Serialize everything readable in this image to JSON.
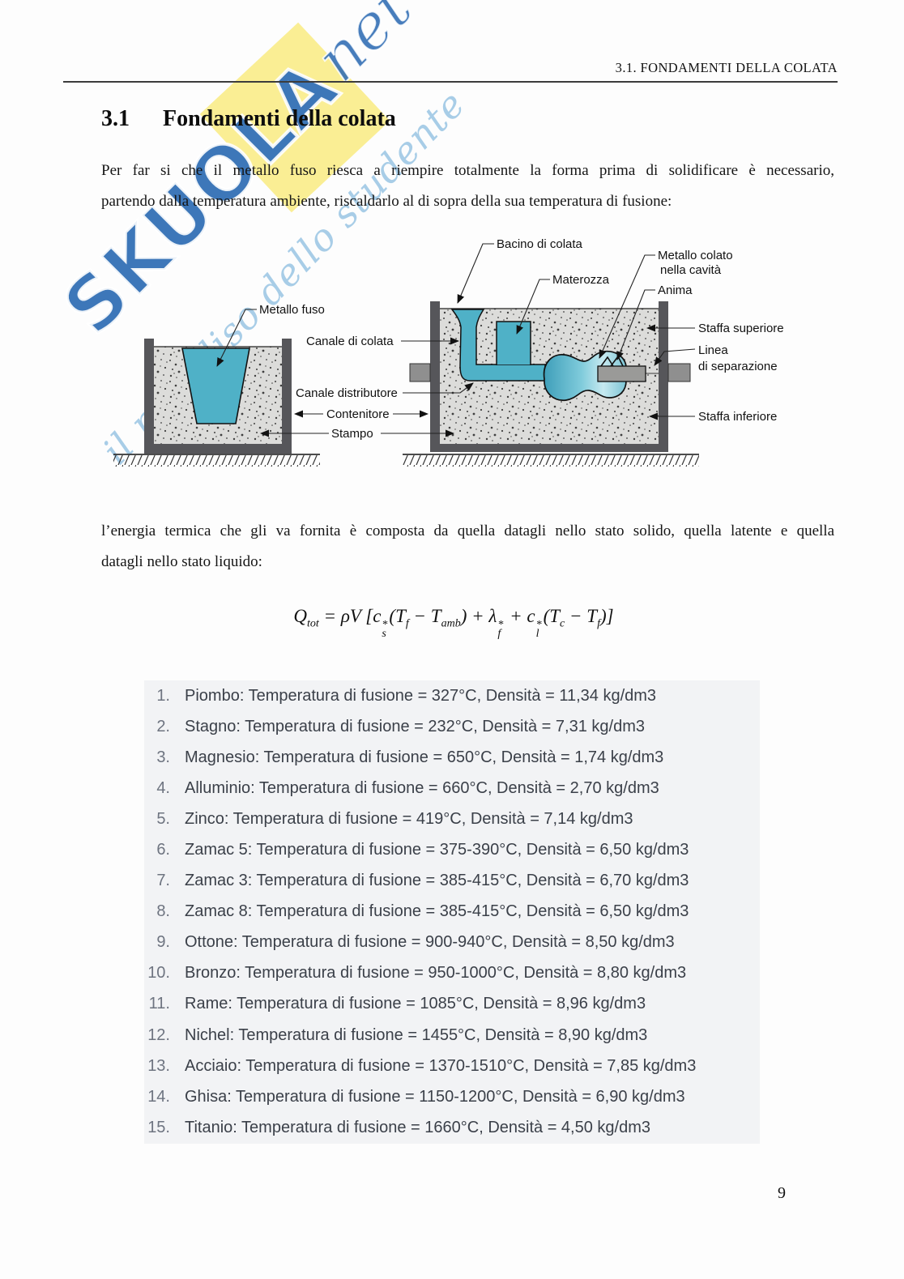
{
  "page": {
    "running_head": "3.1.  FONDAMENTI DELLA COLATA",
    "page_number": "9"
  },
  "watermark": {
    "brand": "SKUOLA",
    "brand_suffix": "net",
    "tagline": "il paradiso dello studente"
  },
  "section": {
    "number": "3.1",
    "title": "Fondamenti della colata"
  },
  "paragraph1": {
    "line1": "Per far si che il metallo fuso riesca a riempire totalmente la forma prima di solidificare è necessario,",
    "line2": "partendo dalla temperatura ambiente, riscaldarlo al di sopra della sua temperatura di fusione:"
  },
  "paragraph2": {
    "line1": "l’energia termica che gli va fornita è composta da quella datagli nello stato solido, quella latente e quella",
    "line2": "datagli nello stato liquido:"
  },
  "formula": {
    "q": "Q",
    "q_sub": "tot",
    "eq": " = ρV [",
    "c1": "c",
    "c1_sup": "*",
    "c1_sub": "s",
    "t2": "(T",
    "t2_sub": "f",
    "t3": " − T",
    "t3_sub": "amb",
    "t4": ") + λ",
    "l_sup": "*",
    "l_sub": "f",
    "t5": " + c",
    "c2_sup": "*",
    "c2_sub": "l",
    "t6": "(T",
    "t6_sub": "c",
    "t7": " − T",
    "t7_sub": "f",
    "t8": ")]"
  },
  "figure": {
    "labels": {
      "metallo_fuso": "Metallo fuso",
      "canale_di_colata": "Canale di colata",
      "canale_distributore": "Canale distributore",
      "contenitore": "Contenitore",
      "stampo": "Stampo",
      "bacino_di_colata": "Bacino di colata",
      "materozza": "Materozza",
      "metallo_colato_1": "Metallo colato",
      "metallo_colato_2": "nella cavità",
      "anima": "Anima",
      "staffa_superiore": "Staffa superiore",
      "linea_1": "Linea",
      "linea_2": "di separazione",
      "staffa_inferiore": "Staffa inferiore"
    }
  },
  "list": {
    "items": [
      {
        "num": "1.",
        "text": "Piombo: Temperatura di fusione = 327°C, Densità = 11,34 kg/dm3"
      },
      {
        "num": "2.",
        "text": "Stagno: Temperatura di fusione = 232°C, Densità = 7,31 kg/dm3"
      },
      {
        "num": "3.",
        "text": "Magnesio: Temperatura di fusione = 650°C, Densità = 1,74 kg/dm3"
      },
      {
        "num": "4.",
        "text": "Alluminio: Temperatura di fusione = 660°C, Densità = 2,70 kg/dm3"
      },
      {
        "num": "5.",
        "text": "Zinco: Temperatura di fusione = 419°C, Densità = 7,14 kg/dm3"
      },
      {
        "num": "6.",
        "text": "Zamac 5: Temperatura di fusione = 375-390°C, Densità = 6,50 kg/dm3"
      },
      {
        "num": "7.",
        "text": "Zamac 3: Temperatura di fusione = 385-415°C, Densità = 6,70 kg/dm3"
      },
      {
        "num": "8.",
        "text": "Zamac 8: Temperatura di fusione = 385-415°C, Densità = 6,50 kg/dm3"
      },
      {
        "num": "9.",
        "text": "Ottone: Temperatura di fusione = 900-940°C, Densità = 8,50 kg/dm3"
      },
      {
        "num": "10.",
        "text": "Bronzo: Temperatura di fusione = 950-1000°C, Densità = 8,80 kg/dm3"
      },
      {
        "num": "11.",
        "text": "Rame: Temperatura di fusione = 1085°C, Densità = 8,96 kg/dm3"
      },
      {
        "num": "12.",
        "text": "Nichel: Temperatura di fusione = 1455°C, Densità = 8,90 kg/dm3"
      },
      {
        "num": "13.",
        "text": "Acciaio: Temperatura di fusione = 1370-1510°C, Densità = 7,85 kg/dm3"
      },
      {
        "num": "14.",
        "text": "Ghisa: Temperatura di fusione = 1150-1200°C, Densità = 6,90 kg/dm3"
      },
      {
        "num": "15.",
        "text": "Titanio: Temperatura di fusione = 1660°C, Densità = 4,50 kg/dm3"
      }
    ]
  },
  "colors": {
    "molten_metal": "#4fb1c7",
    "sand": "#dcdcda",
    "frame_dark": "#56565a",
    "core_gray": "#9a9a98",
    "watermark_blue": "#2d6bb3",
    "watermark_yellow": "#f8e976",
    "list_background": "#f2f3f5",
    "list_text": "#3b4049"
  }
}
